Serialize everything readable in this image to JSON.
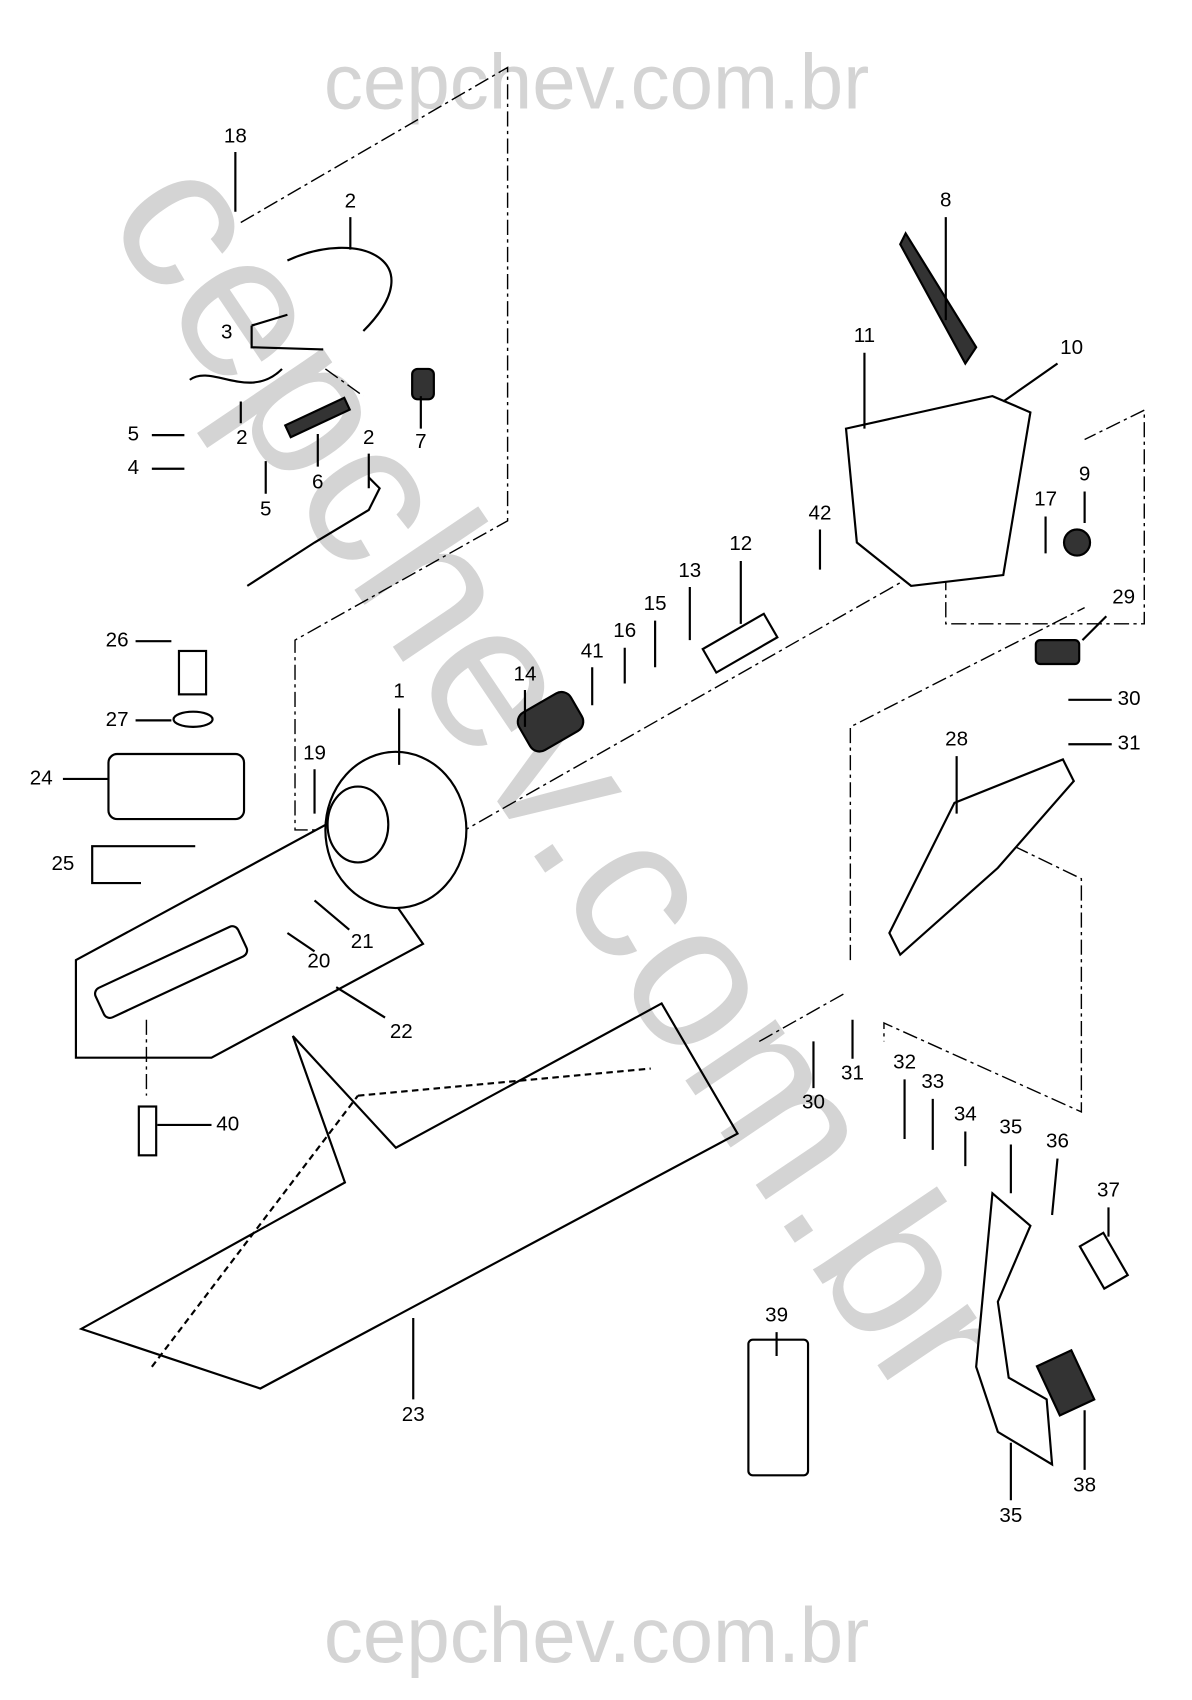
{
  "watermark": "cepchev.com.br",
  "callouts": [
    "18",
    "2",
    "8",
    "11",
    "10",
    "3",
    "7",
    "5",
    "2",
    "2",
    "4",
    "6",
    "5",
    "42",
    "17",
    "9",
    "12",
    "13",
    "15",
    "16",
    "41",
    "14",
    "29",
    "26",
    "1",
    "30",
    "27",
    "31",
    "28",
    "19",
    "24",
    "25",
    "21",
    "20",
    "22",
    "30",
    "31",
    "32",
    "33",
    "34",
    "35",
    "36",
    "37",
    "40",
    "39",
    "23",
    "38",
    "35"
  ]
}
